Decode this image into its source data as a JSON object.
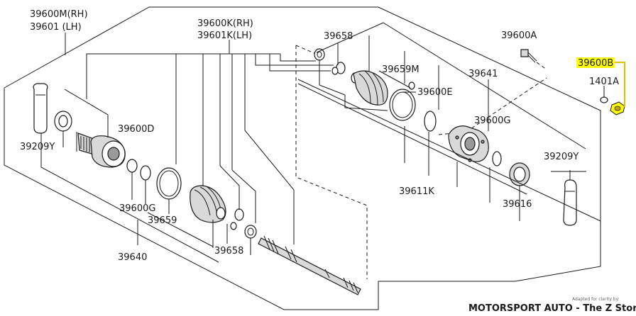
{
  "labels": {
    "l39600m_rh": "39600M(RH)",
    "l39601_lh": "39601 (LH)",
    "l39600k_rh": "39600K(RH)",
    "l39601k_lh": "39601K(LH)",
    "l39658_top": "39658",
    "l39659m": "39659M",
    "l39600a": "39600A",
    "l39600b": "39600B",
    "l1401a": "1401A",
    "l39641": "39641",
    "l39600e": "39600E",
    "l39600g_right": "39600G",
    "l39600d": "39600D",
    "l39209y_left": "39209Y",
    "l39209y_right": "39209Y",
    "l39611k": "39611K",
    "l39616": "39616",
    "l39600g_left": "39600G",
    "l39659": "39659",
    "l39640": "39640",
    "l39658_bottom": "39658"
  },
  "credit": {
    "small": "Adapted for clarity by:",
    "big": "MOTORSPORT AUTO - The Z Store"
  },
  "colors": {
    "highlight": "#ffff00",
    "highlight_line": "#e0c000",
    "ink": "#1a1a1a"
  }
}
